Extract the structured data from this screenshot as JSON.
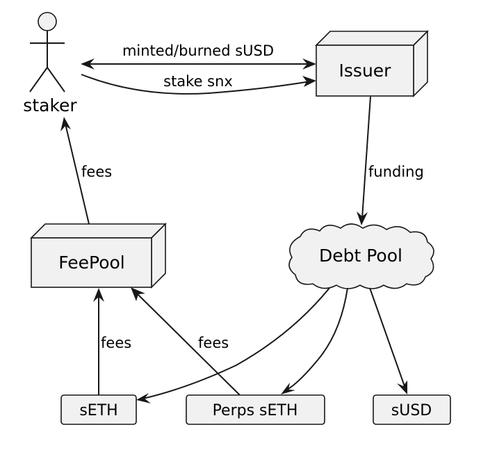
{
  "nodes": {
    "staker": "staker",
    "issuer": "Issuer",
    "fee_pool": "FeePool",
    "debt_pool": "Debt Pool",
    "seth": "sETH",
    "perps_seth": "Perps sETH",
    "susd": "sUSD"
  },
  "edges": {
    "minted_burned": "minted/burned sUSD",
    "stake_snx": "stake snx",
    "funding": "funding",
    "feepool_to_staker": "fees",
    "seth_to_feepool": "fees",
    "perps_to_feepool": "fees"
  },
  "colors": {
    "node_fill": "#f1f1f1",
    "stroke": "#181818",
    "background": "#ffffff"
  }
}
